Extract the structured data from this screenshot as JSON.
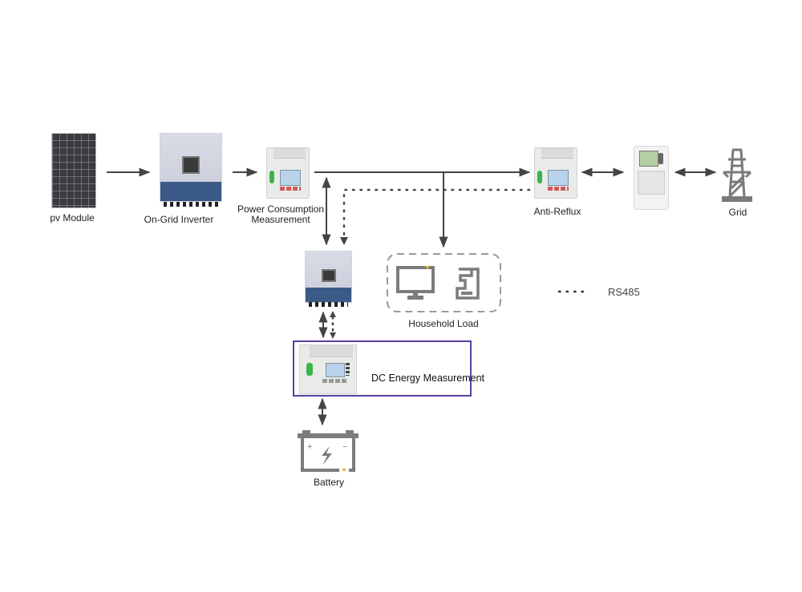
{
  "diagram": {
    "title": "PV Energy Storage Metering System",
    "nodes": {
      "pv_module": {
        "label": "pv Module",
        "icon": "solar-panel-icon"
      },
      "on_grid_inverter": {
        "label": "On-Grid Inverter",
        "icon": "inverter-icon"
      },
      "power_consumption": {
        "label_line1": "Power Consumption",
        "label_line2": "Measurement",
        "icon": "din-rail-meter-icon"
      },
      "anti_reflux": {
        "label": "Anti-Reflux",
        "icon": "din-rail-meter-icon"
      },
      "utility_meter": {
        "label": "",
        "icon": "smart-meter-icon"
      },
      "grid": {
        "label": "Grid",
        "icon": "transmission-tower-icon"
      },
      "storage_inverter": {
        "label": "",
        "icon": "inverter-icon"
      },
      "household_load": {
        "label": "Household Load",
        "icons": [
          "monitor-icon",
          "coffee-machine-icon"
        ]
      },
      "dc_energy": {
        "label": "DC Energy Measurement",
        "icon": "dc-meter-icon",
        "highlight_color": "#5b3fa0"
      },
      "battery": {
        "label": "Battery",
        "icon": "battery-icon",
        "plus": "+",
        "minus": "−"
      }
    },
    "legend": {
      "line_style": "dotted",
      "label": "RS485"
    },
    "colors": {
      "line": "#444444",
      "inverter_blue": "#3c5a88",
      "meter_green": "#3bb54a",
      "highlight": "#5b3fa0"
    }
  }
}
